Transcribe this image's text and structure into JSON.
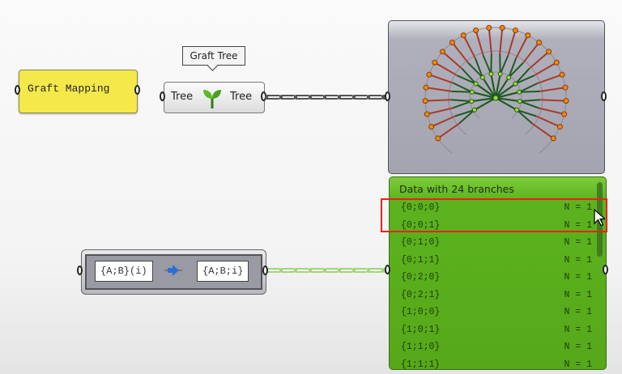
{
  "graft_mapping_panel": {
    "text": "Graft Mapping"
  },
  "tooltip": {
    "text": "Graft Tree"
  },
  "graft_tree_component": {
    "input_label": "Tree",
    "output_label": "Tree",
    "icon": "sprout-icon"
  },
  "relative_path_component": {
    "source": "{A;B}(i)",
    "target": "{A;B;i}",
    "icon": "arrow-right-icon"
  },
  "data_panel": {
    "header": "Data with 24 branches",
    "rows": [
      {
        "path": "{0;0;0}",
        "count": "N = 1"
      },
      {
        "path": "{0;0;1}",
        "count": "N = 1"
      },
      {
        "path": "{0;1;0}",
        "count": "N = 1"
      },
      {
        "path": "{0;1;1}",
        "count": "N = 1"
      },
      {
        "path": "{0;2;0}",
        "count": "N = 1"
      },
      {
        "path": "{0;2;1}",
        "count": "N = 1"
      },
      {
        "path": "{1;0;0}",
        "count": "N = 1"
      },
      {
        "path": "{1;0;1}",
        "count": "N = 1"
      },
      {
        "path": "{1;1;0}",
        "count": "N = 1"
      },
      {
        "path": "{1;1;1}",
        "count": "N = 1"
      }
    ],
    "highlight_color": "#e8231a"
  },
  "colors": {
    "yellow_panel": "#f5e84a",
    "data_panel": "#5cb31e",
    "branch_red": "#a83a2a",
    "branch_green": "#1f5a22",
    "leaf": "#f08a10",
    "node": "#9be03a"
  }
}
